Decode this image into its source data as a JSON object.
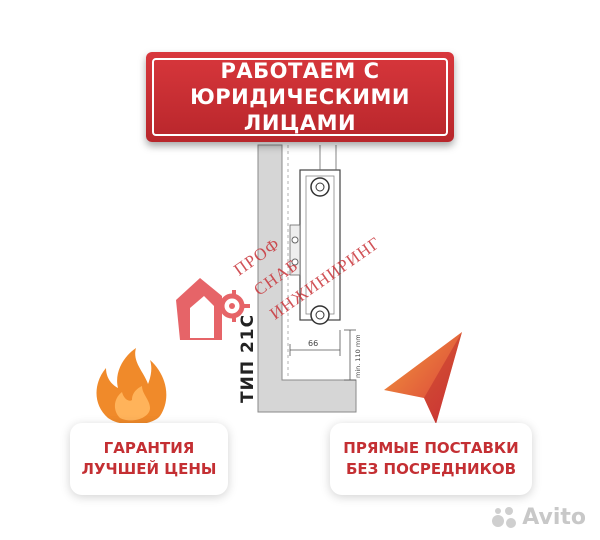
{
  "banner": {
    "line1": "РАБОТАЕМ С",
    "line2": "ЮРИДИЧЕСКИМИ ЛИЦАМИ"
  },
  "drawing": {
    "type_label": "ТИП 21С",
    "dim_66": "66",
    "dim_min": "min. 110 mm"
  },
  "watermark": {
    "line1": "ПРОФ",
    "line2": "СНАБ",
    "line3": "ИНЖИНИРИНГ"
  },
  "cards": {
    "left": {
      "line1": "ГАРАНТИЯ",
      "line2": "ЛУЧШЕЙ ЦЕНЫ"
    },
    "right": {
      "line1": "ПРЯМЫЕ ПОСТАВКИ",
      "line2": "БЕЗ ПОСРЕДНИКОВ"
    }
  },
  "badge": {
    "text": "Avito"
  },
  "colors": {
    "brand_red": "#c42f33",
    "banner_red": "#d8373c",
    "flame_orange": "#f08a2a"
  },
  "icons": [
    "flame-icon",
    "arrow-cursor-icon",
    "logo-house-gear-icon",
    "avito-logo-icon"
  ]
}
